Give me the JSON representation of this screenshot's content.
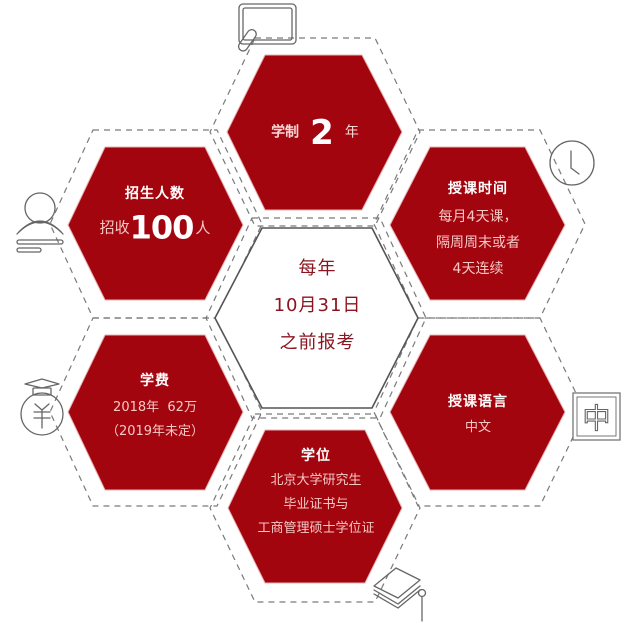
{
  "colors": {
    "hex_fill": "#a3050f",
    "center_text": "#8a1520",
    "outline": "#555555",
    "dash": "#777777",
    "title_text": "#ffffff",
    "body_text": "#f6c8c4"
  },
  "center": {
    "lines": [
      "每年",
      "10月31日",
      "之前报考"
    ]
  },
  "hexagons": {
    "duration": {
      "prefix": "学制",
      "number": "2",
      "suffix": "年",
      "icon": "whiteboard-icon"
    },
    "enrollment": {
      "title": "招生人数",
      "prefix": "招收",
      "number": "100",
      "suffix": "人",
      "icon": "person-icon"
    },
    "schedule": {
      "title": "授课时间",
      "lines": [
        "每月4天课，",
        "隔周周末或者",
        "4天连续"
      ],
      "icon": "clock-icon"
    },
    "tuition": {
      "title": "学费",
      "lines": [
        "2018年  62万",
        "（2019年未定）"
      ],
      "icon": "money-bag-graduation-icon"
    },
    "language": {
      "title": "授课语言",
      "lines": [
        "中文"
      ],
      "icon": "chinese-character-icon",
      "icon_glyph": "中"
    },
    "degree": {
      "title": "学位",
      "lines": [
        "北京大学研究生",
        "毕业证书与",
        "工商管理硕士学位证"
      ],
      "icon": "graduation-cap-icon"
    }
  }
}
